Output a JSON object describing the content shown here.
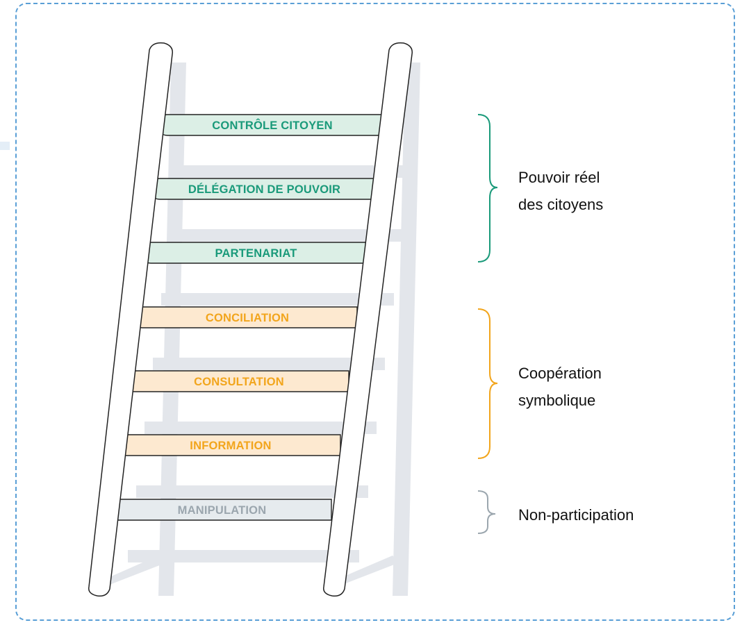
{
  "colors": {
    "frame_border": "#5a9fd6",
    "shadow": "#e3e6eb",
    "rail_stroke": "#222222",
    "green_text": "#1a9a7a",
    "green_fill": "#dcefe6",
    "orange_text": "#f2a51c",
    "orange_fill": "#fde9d0",
    "gray_text": "#9ba6ae",
    "gray_fill": "#e6ebee"
  },
  "ladder": {
    "rungs": [
      {
        "label": "CONTRÔLE CITOYEN",
        "level": "green"
      },
      {
        "label": "DÉLÉGATION DE POUVOIR",
        "level": "green"
      },
      {
        "label": "PARTENARIAT",
        "level": "green"
      },
      {
        "label": "CONCILIATION",
        "level": "orange"
      },
      {
        "label": "CONSULTATION",
        "level": "orange"
      },
      {
        "label": "INFORMATION",
        "level": "orange"
      },
      {
        "label": "MANIPULATION",
        "level": "gray"
      }
    ]
  },
  "groups": [
    {
      "line1": "Pouvoir réel",
      "line2": "des citoyens",
      "color_key": "green_text",
      "brace_color": "#1a9a7a"
    },
    {
      "line1": "Coopération",
      "line2": "symbolique",
      "color_key": "orange_text",
      "brace_color": "#f2a51c"
    },
    {
      "line1": "Non-participation",
      "line2": "",
      "color_key": "gray_text",
      "brace_color": "#9ba6ae"
    }
  ]
}
